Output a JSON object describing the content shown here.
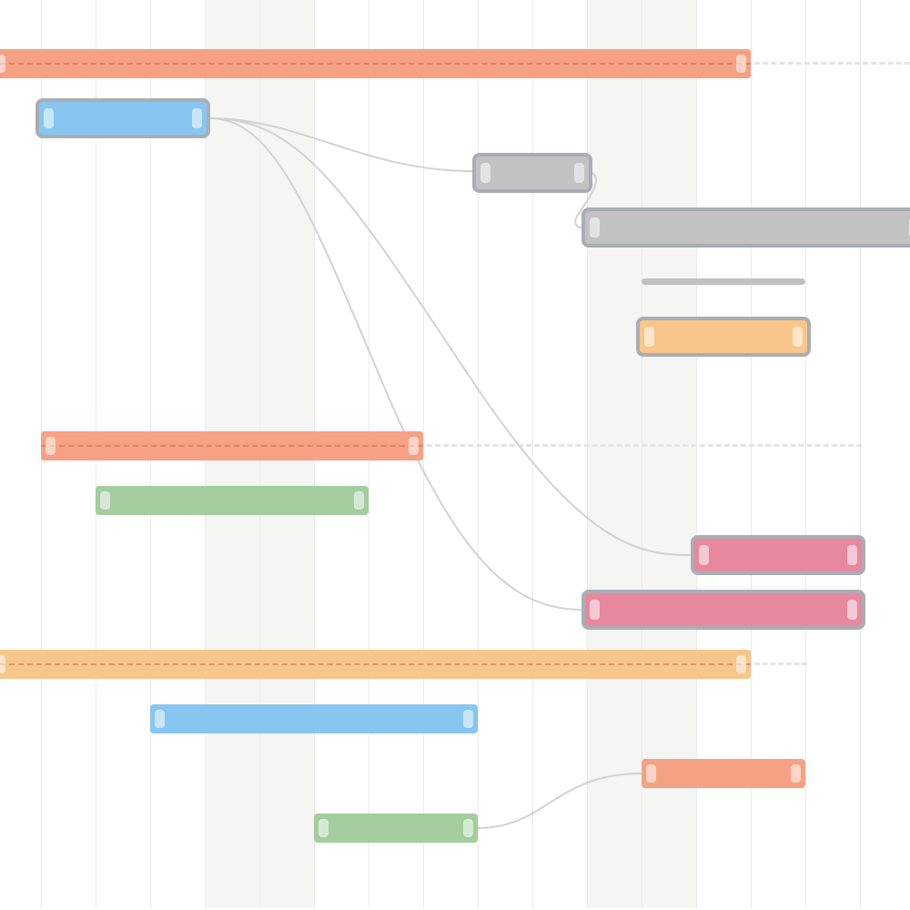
{
  "colors": {
    "salmon": "#f6a183",
    "blue": "#87c6f0",
    "gray": "#c2c2c2",
    "orange": "#f8c68a",
    "green": "#a3cd9d",
    "pink": "#e7889f",
    "selected_outline": "#a9adb4",
    "weekend_shade": "#f5f5f4",
    "grid": "#ebebeb",
    "dependency_line": "#d2d2d2"
  },
  "tasks": [
    {
      "id": "t1",
      "color": "salmon",
      "summary": true,
      "selected": false
    },
    {
      "id": "t2",
      "color": "blue",
      "summary": false,
      "selected": true
    },
    {
      "id": "t3",
      "color": "gray",
      "summary": false,
      "selected": true
    },
    {
      "id": "t4",
      "color": "gray",
      "summary": false,
      "selected": true
    },
    {
      "id": "t5",
      "color": "gray",
      "summary": false,
      "selected": false,
      "milestone": true
    },
    {
      "id": "t6",
      "color": "orange",
      "summary": false,
      "selected": true
    },
    {
      "id": "t7",
      "color": "salmon",
      "summary": true,
      "selected": false
    },
    {
      "id": "t8",
      "color": "green",
      "summary": false,
      "selected": false
    },
    {
      "id": "t9",
      "color": "pink",
      "summary": false,
      "selected": true
    },
    {
      "id": "t10",
      "color": "pink",
      "summary": false,
      "selected": true
    },
    {
      "id": "t11",
      "color": "orange",
      "summary": true,
      "selected": false
    },
    {
      "id": "t12",
      "color": "blue",
      "summary": false,
      "selected": false
    },
    {
      "id": "t13",
      "color": "salmon",
      "summary": false,
      "selected": false
    },
    {
      "id": "t14",
      "color": "green",
      "summary": false,
      "selected": false
    }
  ],
  "dependencies": [
    {
      "from": "t2",
      "to": "t3"
    },
    {
      "from": "t2",
      "to": "t9"
    },
    {
      "from": "t2",
      "to": "t10"
    },
    {
      "from": "t3",
      "to": "t4"
    },
    {
      "from": "t14",
      "to": "t13"
    }
  ]
}
